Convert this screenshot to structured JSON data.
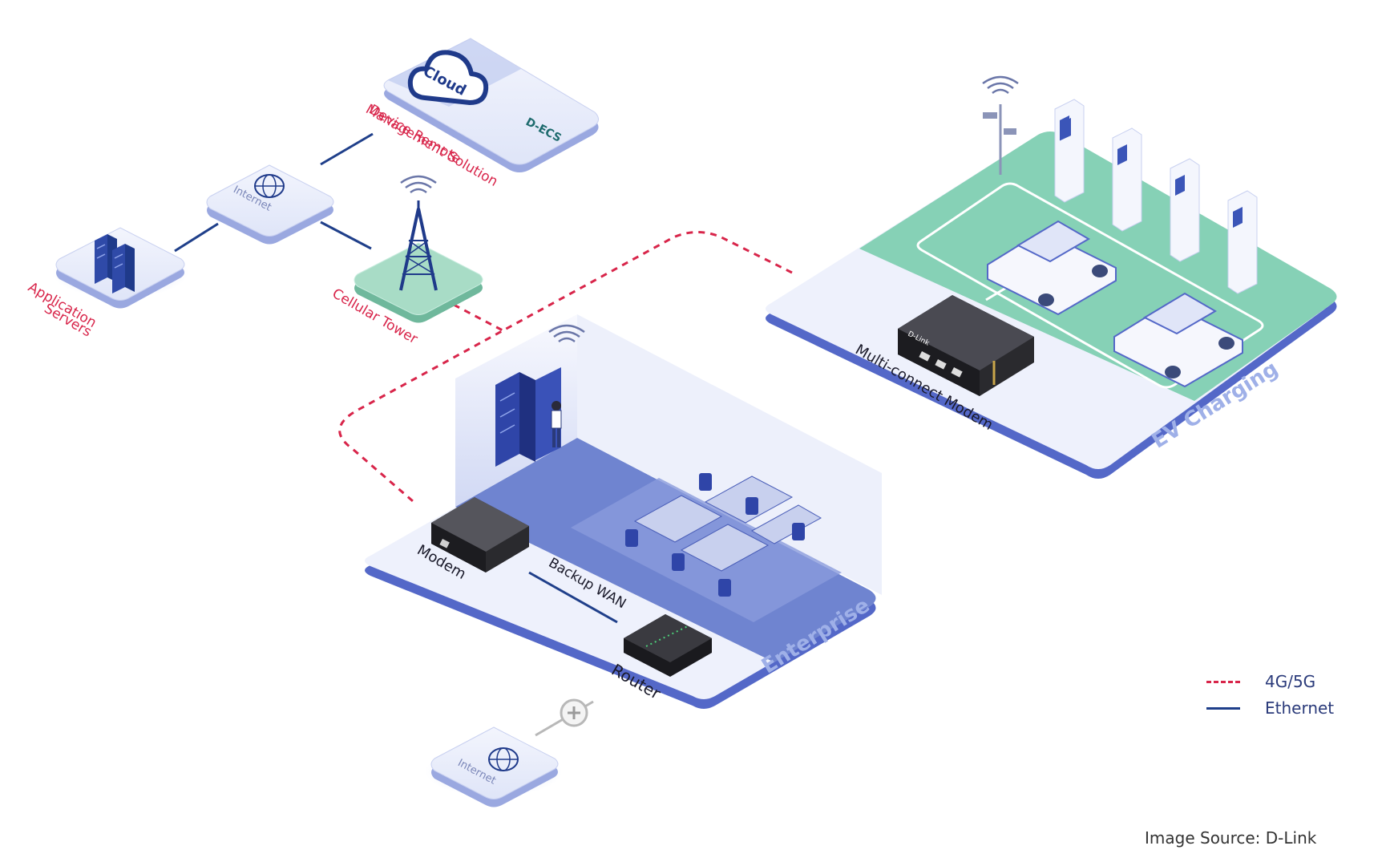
{
  "colors": {
    "cellular": "#d8254a",
    "ethernet": "#1f3f8a",
    "label_red": "#d8254a",
    "platform": "#e8ecfb",
    "platform_edge": "#5468c8",
    "office_floor": "#6f84d0",
    "ev_green": "#7fd0b4",
    "zone_text": "#9fb0e8"
  },
  "nodes": {
    "cloud": {
      "label": "Cloud",
      "icon": "cloud-icon"
    },
    "decs": {
      "label": "D-ECS",
      "icon": "decs-logo"
    },
    "drms": {
      "label_line1": "Device Remote",
      "label_line2": "Management Solution"
    },
    "internet_top": {
      "label": "Internet",
      "icon": "globe-icon"
    },
    "app_servers": {
      "label_line1": "Application",
      "label_line2": "Servers",
      "icon": "server-icon"
    },
    "cell_tower": {
      "label": "Cellular Tower",
      "icon": "tower-icon"
    },
    "modem": {
      "label": "Modem"
    },
    "backup_wan": {
      "label": "Backup WAN"
    },
    "router": {
      "label": "Router"
    },
    "internet_bottom": {
      "label": "Internet",
      "icon": "globe-icon"
    },
    "mc_modem": {
      "label": "Multi-connect Modem",
      "brand": "D-Link"
    }
  },
  "zones": {
    "enterprise": "Enterprise",
    "ev": "EV Charging"
  },
  "legend": [
    {
      "label": "4G/5G",
      "style": "dashed"
    },
    {
      "label": "Ethernet",
      "style": "solid"
    }
  ],
  "source": "Image Source: D-Link"
}
